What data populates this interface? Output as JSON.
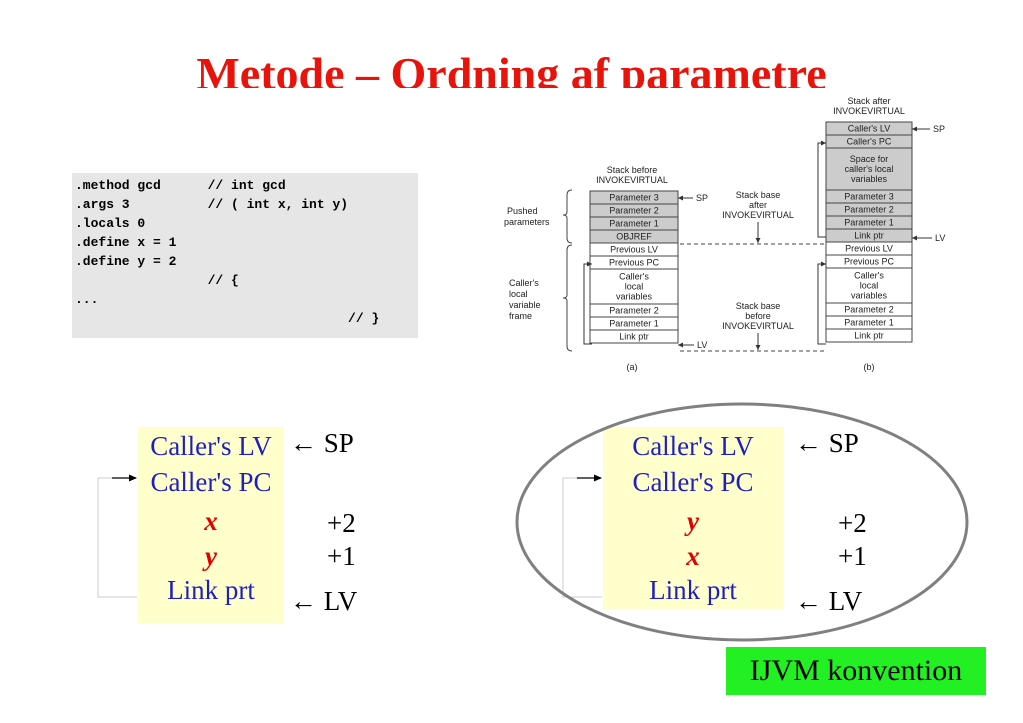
{
  "title": "Metode – Ordning af parametre",
  "code_lines": [
    ".method gcd      // int gcd",
    ".args 3          // ( int x, int y)",
    ".locals 0",
    ".define x = 1",
    ".define y = 2",
    "                 // {",
    "...",
    "                                   // }"
  ],
  "figure": {
    "stack_before_title": [
      "Stack before",
      "INVOKEVIRTUAL"
    ],
    "stack_after_title": [
      "Stack after",
      "INVOKEVIRTUAL"
    ],
    "stack_before_cells": [
      "Parameter 3",
      "Parameter 2",
      "Parameter 1",
      "OBJREF",
      "Previous LV",
      "Previous PC",
      "Caller's local variables",
      "Parameter 2",
      "Parameter 1",
      "Link ptr"
    ],
    "stack_after_cells": [
      "Caller's LV",
      "Caller's PC",
      "Space for caller's local variables",
      "Parameter 3",
      "Parameter 2",
      "Parameter 1",
      "Link ptr",
      "Previous LV",
      "Previous PC",
      "Caller's local variables",
      "Parameter 2",
      "Parameter 1",
      "Link ptr"
    ],
    "pushed_parameters": [
      "Pushed",
      "parameters"
    ],
    "callers_frame": [
      "Caller's",
      "local",
      "variable",
      "frame"
    ],
    "base_after": [
      "Stack base",
      "after",
      "INVOKEVIRTUAL"
    ],
    "base_before": [
      "Stack base",
      "before",
      "INVOKEVIRTUAL"
    ],
    "sp": "SP",
    "lv": "LV",
    "caption_a": "(a)",
    "caption_b": "(b)"
  },
  "left_stack": {
    "items": [
      "Caller's LV",
      "Caller's PC",
      "x",
      "y",
      "Link prt"
    ],
    "sp": "SP",
    "lv": "LV",
    "off_x": "+2",
    "off_y": "+1"
  },
  "right_stack": {
    "items": [
      "Caller's LV",
      "Caller's PC",
      "y",
      "x",
      "Link prt"
    ],
    "sp": "SP",
    "lv": "LV",
    "off_y": "+2",
    "off_x": "+1"
  },
  "badge": "IJVM konvention",
  "colors": {
    "title": "#e8140c",
    "stack_bg": "#ffffcc",
    "blue_text": "#1f1fc0",
    "var_text": "#e00000",
    "badge_bg": "#22f022",
    "code_bg": "#e6e6e6"
  }
}
